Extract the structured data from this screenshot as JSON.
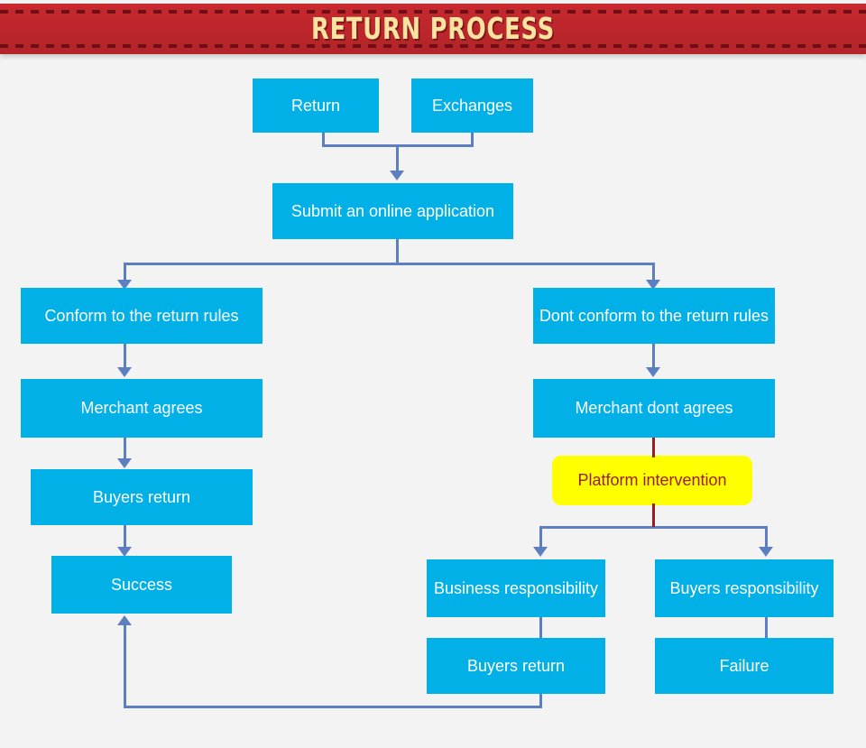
{
  "banner": {
    "title": "RETURN PROCESS",
    "background_color": "#c2272d",
    "title_color": "#fbe3a0",
    "dash_color": "#6d1013"
  },
  "canvas": {
    "background_color": "#f3f3f3",
    "node_color": "#00b0e6",
    "node_text_color": "#ffffff",
    "highlight_node_color": "#ffff00",
    "highlight_node_text_color": "#9d1f12",
    "connector_color": "#5b7fc0",
    "highlight_connector_color": "#9b1c21"
  },
  "nodes": {
    "return": "Return",
    "exchanges": "Exchanges",
    "submit_application": "Submit an online application",
    "conform_rules": "Conform to the return rules",
    "dont_conform_rules": "Dont conform to the return rules",
    "merchant_agrees": "Merchant agrees",
    "merchant_dont_agrees": "Merchant dont agrees",
    "buyers_return_left": "Buyers return",
    "success": "Success",
    "platform_intervention": "Platform intervention",
    "business_responsibility": "Business responsibility",
    "buyers_responsibility": "Buyers responsibility",
    "buyers_return_right": "Buyers return",
    "failure": "Failure"
  }
}
